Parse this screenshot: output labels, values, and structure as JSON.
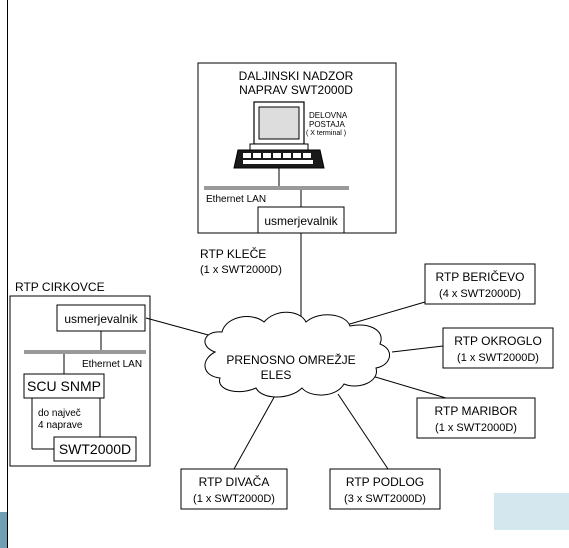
{
  "colors": {
    "corner_strip": "#6f9fb4",
    "corner_panel": "#d4e6ee",
    "screen_face": "#dddddd"
  },
  "central": {
    "title_line1": "DALJINSKI NADZOR",
    "title_line2": "NAPRAV SWT2000D",
    "workstation_line1": "DELOVNA",
    "workstation_line2": "POSTAJA",
    "workstation_line3": "( X terminal )",
    "ethernet_label": "Ethernet LAN",
    "router_label": "usmerjevalnik",
    "site_name": "RTP KLEČE",
    "site_count": "(1 x SWT2000D)"
  },
  "cirkovce": {
    "site_name": "RTP CIRKOVCE",
    "router_label": "usmerjevalnik",
    "ethernet_label": "Ethernet LAN",
    "scu_label": "SCU SNMP",
    "note_line1": "do največ",
    "note_line2": "4 naprave",
    "device_label": "SWT2000D"
  },
  "network": {
    "label_line1": "PRENOSNO OMREŽJE",
    "label_line2": "ELES"
  },
  "sites": {
    "bericevo": {
      "name": "RTP BERIČEVO",
      "count": "(4 x SWT2000D)"
    },
    "okroglo": {
      "name": "RTP OKROGLO",
      "count": "(1 x SWT2000D)"
    },
    "maribor": {
      "name": "RTP MARIBOR",
      "count": "(1 x SWT2000D)"
    },
    "divaca": {
      "name": "RTP DIVAČA",
      "count": "(1 x SWT2000D)"
    },
    "podlog": {
      "name": "RTP PODLOG",
      "count": "(3 x SWT2000D)"
    }
  }
}
